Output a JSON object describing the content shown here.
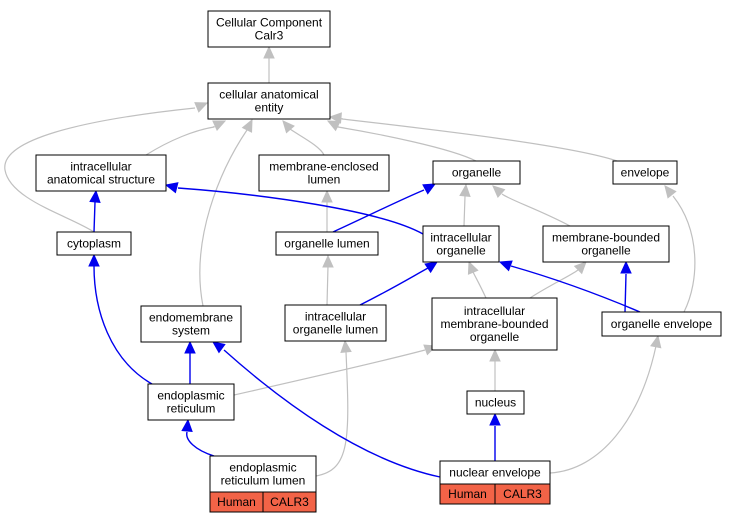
{
  "colors": {
    "regulates_edge": "#0000ee",
    "is_a_edge": "#c0c0c0",
    "annotation_tag": "#f26347",
    "node_border": "#000000"
  },
  "nodes": {
    "root": [
      "Cellular Component",
      "Calr3"
    ],
    "cae": [
      "cellular anatomical",
      "entity"
    ],
    "ias": [
      "intracellular",
      "anatomical structure"
    ],
    "mel": [
      "membrane-enclosed",
      "lumen"
    ],
    "organelle": [
      "organelle"
    ],
    "envelope": [
      "envelope"
    ],
    "cytoplasm": [
      "cytoplasm"
    ],
    "ol": [
      "organelle lumen"
    ],
    "io": [
      "intracellular",
      "organelle"
    ],
    "mbo": [
      "membrane-bounded",
      "organelle"
    ],
    "es": [
      "endomembrane",
      "system"
    ],
    "iol": [
      "intracellular",
      "organelle lumen"
    ],
    "imbo": [
      "intracellular",
      "membrane-bounded",
      "organelle"
    ],
    "oe": [
      "organelle envelope"
    ],
    "er": [
      "endoplasmic",
      "reticulum"
    ],
    "nucleus": [
      "nucleus"
    ],
    "erl": [
      "endoplasmic",
      "reticulum lumen"
    ],
    "ne": [
      "nuclear envelope"
    ]
  },
  "annotations": {
    "erl": [
      "Human",
      "CALR3"
    ],
    "ne": [
      "Human",
      "CALR3"
    ]
  }
}
